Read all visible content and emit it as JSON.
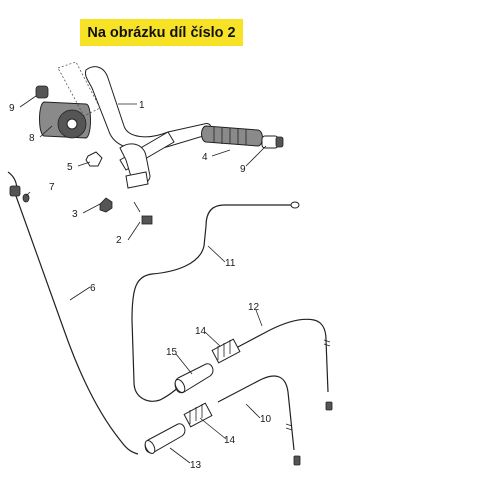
{
  "banner": {
    "text": "Na obrázku díl číslo 2",
    "color": "#f7e225"
  },
  "callouts": [
    "1",
    "2",
    "3",
    "4",
    "5",
    "6",
    "7",
    "8",
    "9",
    "9",
    "10",
    "11",
    "12",
    "13",
    "14",
    "14",
    "15"
  ]
}
